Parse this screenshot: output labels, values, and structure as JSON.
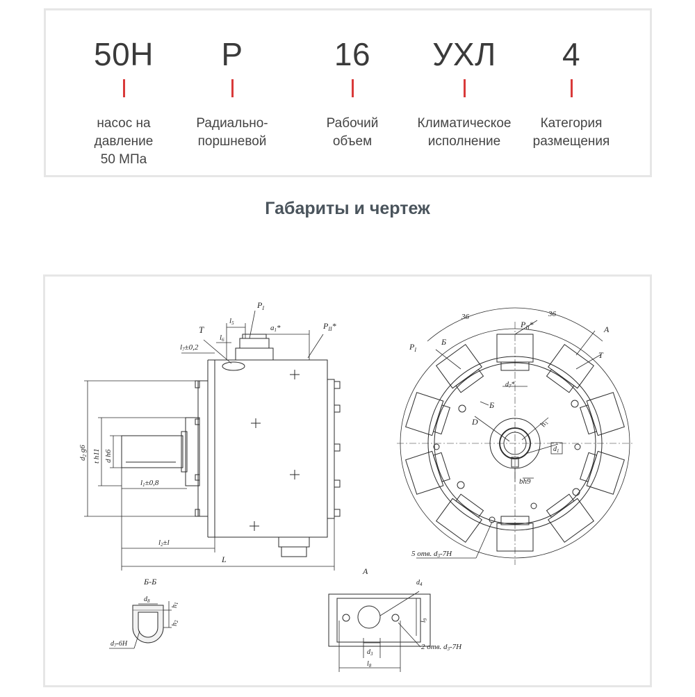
{
  "designation": {
    "items": [
      {
        "code": "50Н",
        "caption": [
          "насос на",
          "давление",
          "50 МПа"
        ]
      },
      {
        "code": "Р",
        "caption": [
          "Радиально-",
          "поршневой"
        ]
      },
      {
        "code": "16",
        "caption": [
          "Рабочий",
          "объем"
        ]
      },
      {
        "code": "УХЛ",
        "caption": [
          "Климатическое",
          "исполнение"
        ]
      },
      {
        "code": "4",
        "caption": [
          "Категория",
          "размещения"
        ]
      }
    ],
    "tick_color": "#d93a3a"
  },
  "section_title": "Габариты и чертеж",
  "drawing": {
    "side_view": {
      "P1": "P",
      "P1_sub": "I",
      "T": "T",
      "l5": "l",
      "l5_sub": "5",
      "l6": "l",
      "l6_sub": "6",
      "a1": "a",
      "a1_sub": "1",
      "a1_star": "*",
      "PII": "P",
      "PII_sub": "II",
      "PII_star": "*",
      "l7": "l",
      "l7_sub": "7",
      "l7_tol": "±0,2",
      "d2": "d",
      "d2_sub": "2",
      "d2_fit": " g6",
      "t": "t h11",
      "d": "d h6",
      "l1": "l",
      "l1_sub": "1",
      "l1_tol": "±0,8",
      "l2": "l",
      "l2_sub": "2",
      "l2_tol": "±l",
      "L": "L"
    },
    "front_view": {
      "dim_left": "36",
      "dim_right": "36",
      "PII": "P",
      "PII_sub": "II",
      "PII_star": "*",
      "A": "A",
      "P1": "P",
      "P1_sub": "I",
      "B": "Б",
      "T": "T",
      "d7": "d",
      "d7_sub": "7",
      "d7_star": "*",
      "B2": "Б",
      "D": "D",
      "h1": "h",
      "h1_sub": "1",
      "d1": "d",
      "d1_sub": "1",
      "bh9": "bh9",
      "holes": "5 отв. d",
      "holes_sub": "3",
      "holes_fit": "-7H"
    },
    "section_bb": {
      "title": "Б-Б",
      "d8": "d",
      "d8_sub": "8",
      "h1": "h",
      "h1_sub": "1",
      "h2": "h",
      "h2_sub": "2",
      "d7": "d",
      "d7_sub": "7",
      "d7_fit": "-6H"
    },
    "view_a": {
      "title": "A",
      "d4": "d",
      "d4_sub": "4",
      "l9": "l",
      "l9_sub": "9",
      "d3": "d",
      "d3_sub": "3",
      "l8": "l",
      "l8_sub": "8",
      "holes": "2 отв. d",
      "holes_sub": "3",
      "holes_fit": "-7H"
    }
  }
}
